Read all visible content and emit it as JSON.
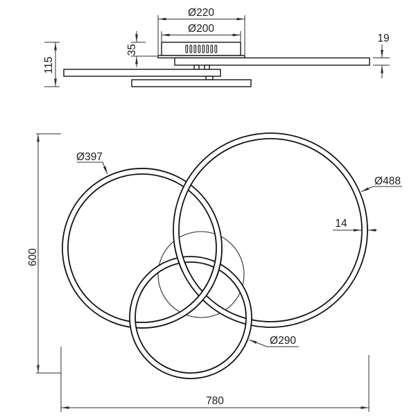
{
  "drawing": {
    "line_color": "#141414",
    "dimension_color": "#2e2e2e",
    "background": "#ffffff",
    "side_view": {
      "vent_count": 8,
      "labels": {
        "canopy_outer": "Ø220",
        "canopy_inner": "Ø200",
        "canopy_height": "35",
        "profile_height": "19",
        "total_height": "115"
      }
    },
    "plan_view": {
      "labels": {
        "ring_medium": "Ø397",
        "ring_large": "Ø488",
        "ring_small": "Ø290",
        "profile_width": "14",
        "overall_height": "600",
        "overall_width": "780"
      }
    }
  }
}
